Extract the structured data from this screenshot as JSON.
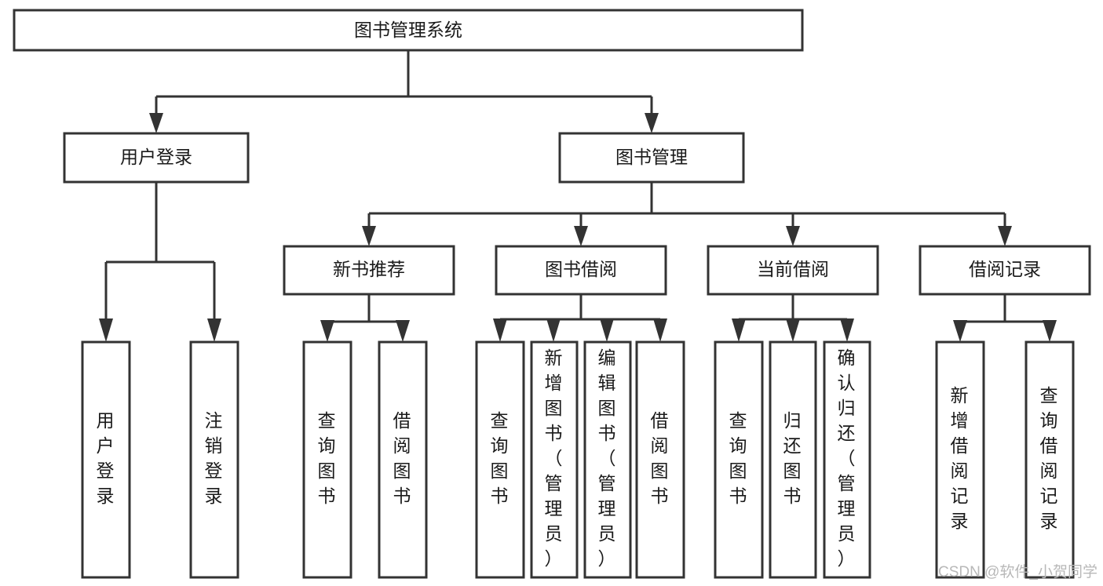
{
  "diagram": {
    "title": "图书管理系统",
    "type": "tree-hierarchy-chart",
    "root": {
      "label": "图书管理系统"
    },
    "level2": [
      {
        "label": "用户登录"
      },
      {
        "label": "图书管理"
      }
    ],
    "level3": [
      {
        "label": "新书推荐"
      },
      {
        "label": "图书借阅"
      },
      {
        "label": "当前借阅"
      },
      {
        "label": "借阅记录"
      }
    ],
    "leaves": {
      "user_login": [
        {
          "label": "用户登录"
        },
        {
          "label": "注销登录"
        }
      ],
      "new_book_recommend": [
        {
          "label": "查询图书"
        },
        {
          "label": "借阅图书"
        }
      ],
      "book_borrow": [
        {
          "label": "查询图书"
        },
        {
          "label": "新增图书（管理员）"
        },
        {
          "label": "编辑图书（管理员）"
        },
        {
          "label": "借阅图书"
        }
      ],
      "current_borrow": [
        {
          "label": "查询图书"
        },
        {
          "label": "归还图书"
        },
        {
          "label": "确认归还（管理员）"
        }
      ],
      "borrow_record": [
        {
          "label": "新增借阅记录"
        },
        {
          "label": "查询借阅记录"
        }
      ]
    },
    "watermark": "CSDN @软件_小贺同学",
    "colors": {
      "stroke": "#333333",
      "box_fill": "#ffffff",
      "text": "#1a1a1a",
      "background": "#ffffff",
      "watermark": "#b8b8b8"
    }
  }
}
